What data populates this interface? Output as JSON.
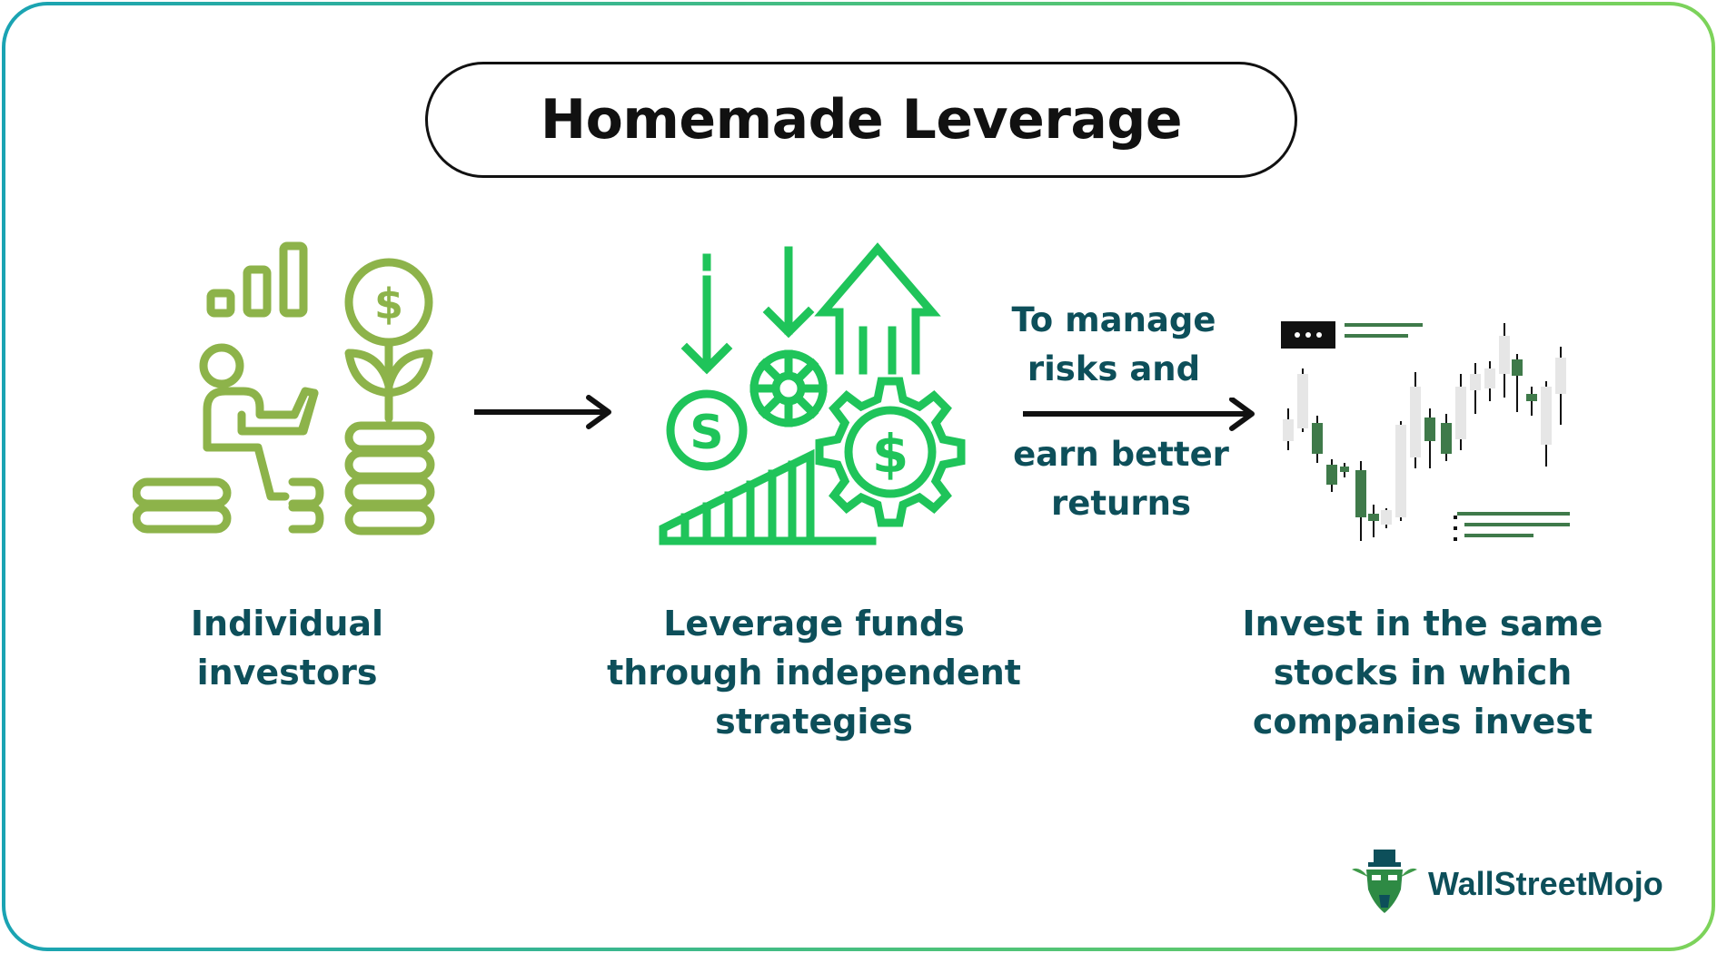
{
  "title": "Homemade Leverage",
  "steps": [
    {
      "id": "investors",
      "icon": "investor-coins-plant-icon",
      "caption_lines": [
        "Individual",
        "investors"
      ]
    },
    {
      "id": "leverage",
      "icon": "leverage-gears-arrows-icon",
      "caption_lines": [
        "Leverage funds",
        "through independent",
        "strategies"
      ]
    },
    {
      "id": "invest",
      "icon": "candlestick-chart-icon",
      "caption_lines": [
        "Invest in the same",
        "stocks in which",
        "companies invest"
      ]
    }
  ],
  "connectors": {
    "first": {
      "label_top": [],
      "label_bottom": []
    },
    "second": {
      "label_top": [
        "To manage",
        "risks and"
      ],
      "label_bottom": [
        "earn better",
        "returns"
      ]
    }
  },
  "brand": {
    "name": "WallStreetMojo",
    "icon": "bull-mascot-icon"
  },
  "colors": {
    "olive_green": "#8db34a",
    "bright_green": "#1fc45a",
    "dark_teal": "#0d4f5a",
    "candle_green": "#3f7a4a",
    "candle_gray": "#e6e6e6",
    "border_start": "#1aa3b3",
    "border_end": "#7dd35a"
  }
}
